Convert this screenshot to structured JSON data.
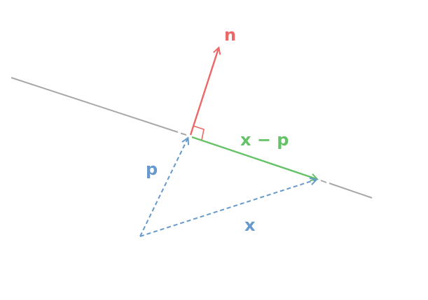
{
  "labels": {
    "normal": "n",
    "difference": "x − p",
    "position_p": "p",
    "position_x": "x"
  },
  "colors": {
    "line": "#a8a8a8",
    "normal": "#ee6666",
    "difference": "#66c266",
    "position": "#6699cc"
  }
}
